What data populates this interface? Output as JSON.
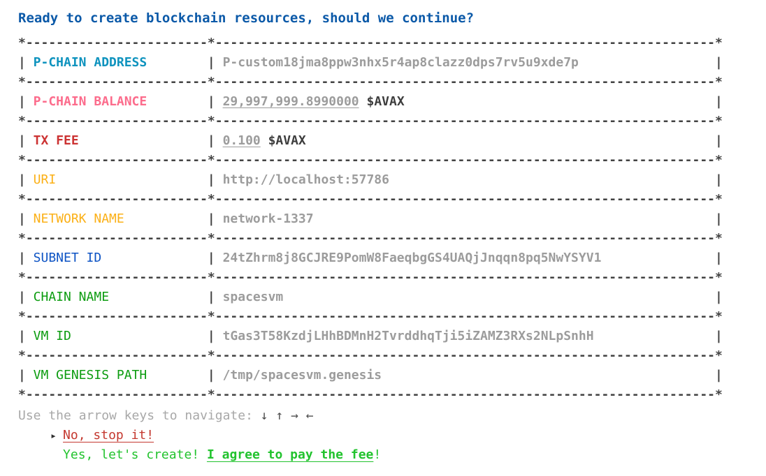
{
  "title": "Ready to create blockchain resources, should we continue?",
  "colors": {
    "title_blue": "#0b59a8",
    "label_cyan": "#0f93be",
    "label_pink": "#fc6c8c",
    "label_red": "#cc3333",
    "label_orange": "#fbb017",
    "label_blue": "#0d53c4",
    "label_green": "#0c9c10",
    "value_gray": "#9c9c9c",
    "text_dark": "#3d3d3d",
    "border_gray": "#434343",
    "hint_gray": "#a8a8a8",
    "option_red": "#c4382f",
    "option_green": "#22c32e"
  },
  "table": {
    "pipe": "|",
    "border_line": "*------------------------*------------------------------------------------------------------*",
    "rows": [
      {
        "label": "P-CHAIN ADDRESS",
        "value": "P-custom18jma8ppw3nhx5r4ap8clazz0dps7rv5u9xde7p",
        "suffix": ""
      },
      {
        "label": "P-CHAIN BALANCE",
        "value": "29,997,999.8990000",
        "suffix": " $AVAX"
      },
      {
        "label": "TX FEE",
        "value": "0.100",
        "suffix": " $AVAX"
      },
      {
        "label": "URI",
        "value": "http://localhost:57786",
        "suffix": ""
      },
      {
        "label": "NETWORK NAME",
        "value": "network-1337",
        "suffix": ""
      },
      {
        "label": "SUBNET ID",
        "value": "24tZhrm8j8GCJRE9PomW8FaeqbgGS4UAQjJnqqn8pq5NwYSYV1",
        "suffix": ""
      },
      {
        "label": "CHAIN NAME",
        "value": "spacesvm",
        "suffix": ""
      },
      {
        "label": "VM ID",
        "value": "tGas3T58KzdjLHhBDMnH2TvrddhqTji5iZAMZ3RXs2NLpSnhH",
        "suffix": ""
      },
      {
        "label": "VM GENESIS PATH",
        "value": "/tmp/spacesvm.genesis",
        "suffix": ""
      }
    ]
  },
  "footer": {
    "hint": "Use the arrow keys to navigate: ",
    "arrows": "↓ ↑ → ←",
    "pointer": "▸",
    "no_option": "No, stop it!",
    "yes_prefix": "Yes, let's create! ",
    "yes_emphasis": "I agree to pay the fee",
    "yes_suffix": "!"
  }
}
